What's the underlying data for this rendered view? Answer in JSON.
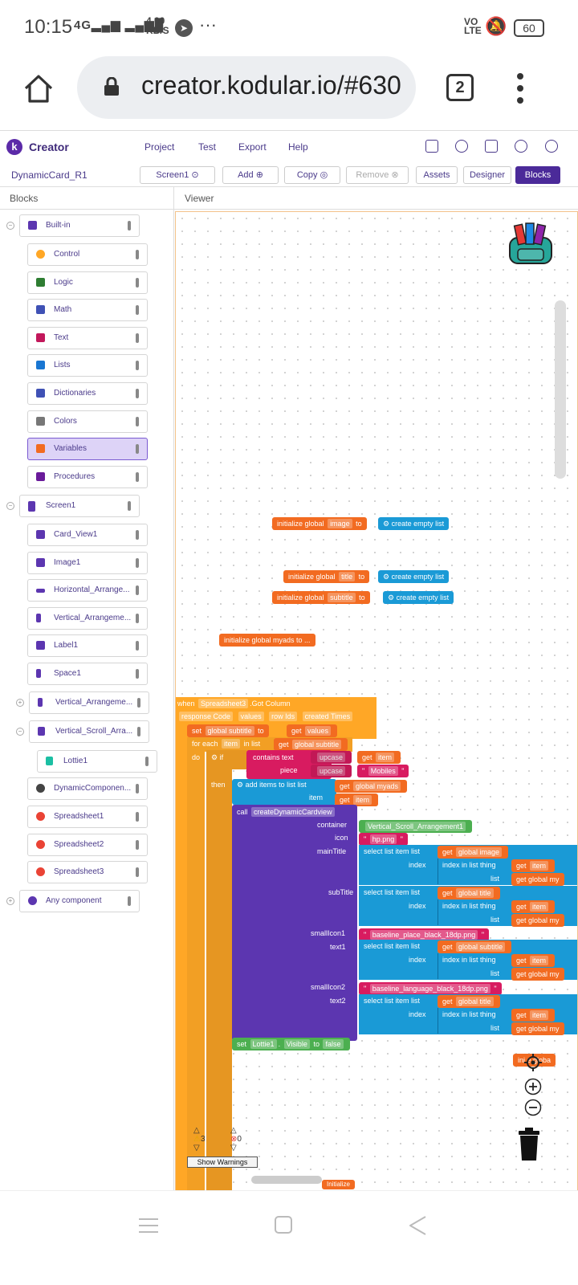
{
  "status": {
    "time": "10:15",
    "signal": "4G",
    "speed_value": "4.00",
    "speed_unit": "KB/S",
    "telegram": "➤",
    "more": "···",
    "volte": "VO\nLTE",
    "battery": "60"
  },
  "browser": {
    "url": "creator.kodular.io/#630",
    "tab_count": "2"
  },
  "app": {
    "brand": "Creator",
    "menu": [
      "Project",
      "Test",
      "Export",
      "Help"
    ],
    "project_name": "DynamicCard_R1",
    "toolbar": {
      "screen": "Screen1",
      "add": "Add",
      "copy": "Copy",
      "remove": "Remove",
      "assets": "Assets",
      "designer": "Designer",
      "blocks": "Blocks"
    },
    "blocks_header": "Blocks",
    "viewer_header": "Viewer"
  },
  "tree": {
    "builtin": "Built-in",
    "builtin_items": [
      "Control",
      "Logic",
      "Math",
      "Text",
      "Lists",
      "Dictionaries",
      "Colors",
      "Variables",
      "Procedures"
    ],
    "screen": "Screen1",
    "components": [
      "Card_View1",
      "Image1",
      "Horizontal_Arrange...",
      "Vertical_Arrangeme...",
      "Label1",
      "Space1"
    ],
    "vert_arr": "Vertical_Arrangeme...",
    "vert_scroll": "Vertical_Scroll_Arra...",
    "lottie": "Lottie1",
    "after": [
      "DynamicComponen...",
      "Spreadsheet1",
      "Spreadsheet2",
      "Spreadsheet3"
    ],
    "any": "Any component"
  },
  "icon_colors": {
    "builtin": "#5c36b0",
    "control": "#ffa726",
    "logic": "#2e7d32",
    "math": "#3f51b5",
    "text": "#c2185b",
    "lists": "#1976d2",
    "dict": "#3f51b5",
    "colors": "#777777",
    "variables": "#f26b21",
    "procedures": "#6a1b9a",
    "screen": "#5c36b0",
    "spreadsheet": "#ea4335"
  },
  "blocks": {
    "init_image": "initialize global",
    "image_name": "image",
    "to": "to",
    "create_empty_list": "create empty list",
    "title_name": "title",
    "subtitle_name": "subtitle",
    "init_myads": "initialize global myads to ...",
    "when": "when",
    "event_comp": "Spreadsheet3",
    "event_name": ".Got Column",
    "params": [
      "response Code",
      "values",
      "row Ids",
      "created Times"
    ],
    "set": "set",
    "global_subtitle": "global subtitle",
    "get": "get",
    "values": "values",
    "for_each": "for each",
    "item": "item",
    "in_list": "in list",
    "do": "do",
    "if": "if",
    "contains_text": "contains text",
    "upcase": "upcase",
    "piece": "piece",
    "mobiles": "Mobiles",
    "then": "then",
    "add_items": "add items to list",
    "list": "list",
    "global_myads": "global myads",
    "call": "call",
    "proc": "createDynamicCardview",
    "container": "container",
    "container_val": "Vertical_Scroll_Arrangement1",
    "icon": "icon",
    "icon_val": "hp.png",
    "mainTitle": "mainTitle",
    "select_list_item": "select list item",
    "global_image": "global image",
    "index": "index",
    "index_in_list": "index in list",
    "thing": "thing",
    "global_my": "global my",
    "subTitle": "subTitle",
    "smallIcon1": "smallIcon1",
    "smallIcon1_val": "baseline_place_black_18dp.png",
    "text1": "text1",
    "smallIcon2": "smallIcon2",
    "smallIcon2_val": "baseline_language_black_18dp.png",
    "text2": "text2",
    "global_title": "global title",
    "set_lottie": "Lottie1",
    "visible": "Visible",
    "false": "false",
    "init_global_frag": "ini  e globa",
    "bottom_frag1": "Initialize"
  },
  "warnings": {
    "count_warn": "3",
    "count_err": "0",
    "show": "Show Warnings"
  }
}
